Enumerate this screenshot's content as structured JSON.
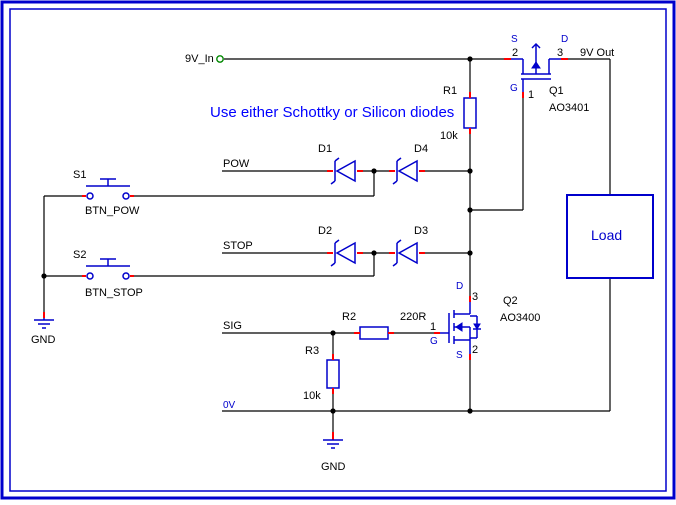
{
  "note": "Use either Schottky or Silicon diodes",
  "nets": {
    "vin": "9V_In",
    "vout": "9V Out",
    "pow": "POW",
    "stop": "STOP",
    "sig": "SIG",
    "zero_v": "0V"
  },
  "gnd_labels": {
    "left": "GND",
    "bottom": "GND"
  },
  "components": {
    "r1": {
      "ref": "R1",
      "value": "10k"
    },
    "r2": {
      "ref": "R2",
      "value": "220R"
    },
    "r3": {
      "ref": "R3",
      "value": "10k"
    },
    "d1": {
      "ref": "D1"
    },
    "d2": {
      "ref": "D2"
    },
    "d3": {
      "ref": "D3"
    },
    "d4": {
      "ref": "D4"
    },
    "s1": {
      "ref": "S1",
      "value": "BTN_POW"
    },
    "s2": {
      "ref": "S2",
      "value": "BTN_STOP"
    },
    "q1": {
      "ref": "Q1",
      "value": "AO3401",
      "pin_s": "S",
      "pin_d": "D",
      "pin_g": "G",
      "pin1": "1",
      "pin2": "2",
      "pin3": "3"
    },
    "q2": {
      "ref": "Q2",
      "value": "AO3400",
      "pin_s": "S",
      "pin_d": "D",
      "pin_g": "G",
      "pin1": "1",
      "pin2": "2",
      "pin3": "3"
    },
    "load": {
      "label": "Load"
    }
  },
  "colors": {
    "frame": "#0000cc",
    "component": "#0000cc",
    "wire": "#000000",
    "pin_end": "#ff0000",
    "note": "#0000ff"
  }
}
